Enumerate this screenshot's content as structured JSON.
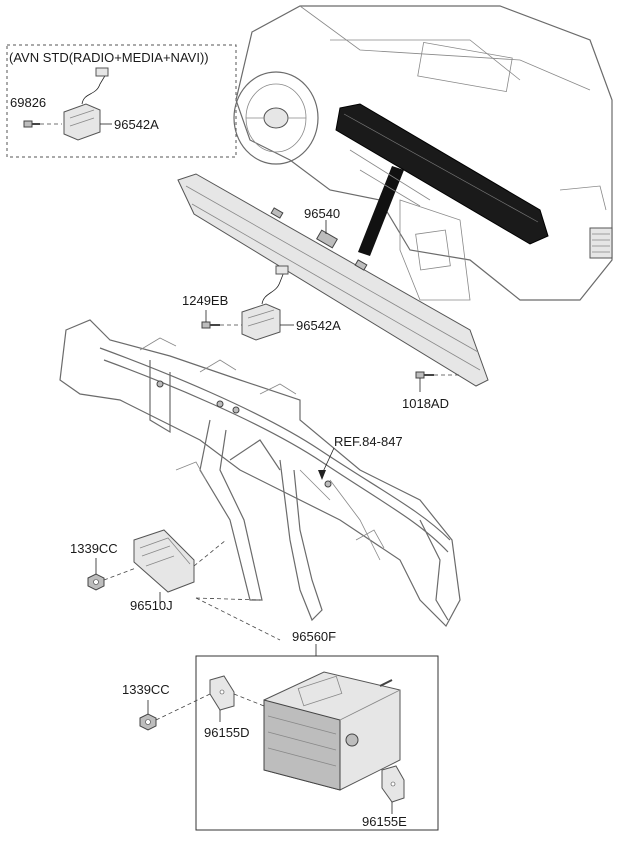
{
  "diagram": {
    "inset_title": "(AVN STD(RADIO+MEDIA+NAVI))",
    "labels": {
      "p69826": "69826",
      "p96542A_inset": "96542A",
      "p96540": "96540",
      "p1249EB": "1249EB",
      "p96542A": "96542A",
      "p1018AD": "1018AD",
      "ref": "REF.84-847",
      "p1339CC_upper": "1339CC",
      "p96510J": "96510J",
      "p96560F": "96560F",
      "p1339CC_lower": "1339CC",
      "p96155D": "96155D",
      "p96155E": "96155E"
    }
  }
}
